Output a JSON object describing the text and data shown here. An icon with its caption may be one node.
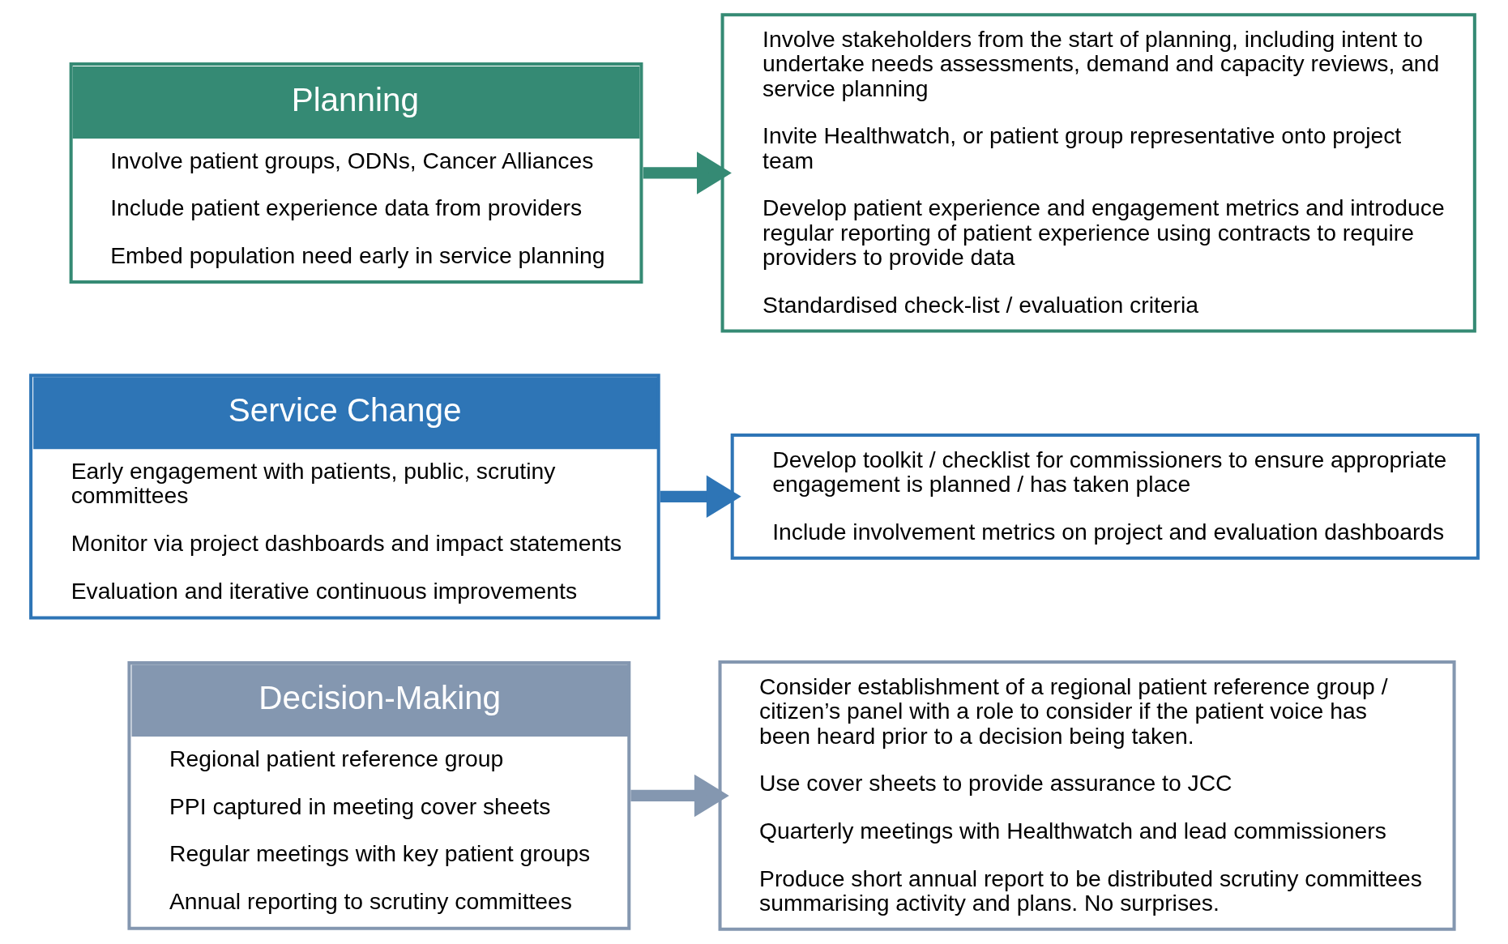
{
  "diagram": {
    "nodes": [
      {
        "text": [
          "Planning",
          "Involve patient groups, ODNs, Cancer Alliances",
          "Include patient experience data from providers",
          "Embed population need early in service planning"
        ]
      },
      {
        "text": [
          "Involve stakeholders from the start of planning, including intent to undertake needs assessments, demand and capacity reviews, and service planning",
          "Invite Healthwatch, or patient group representative onto project team",
          "Develop patient experience and engagement metrics and introduce regular reporting of patient experience using contracts to require providers to provide data",
          "Standardised check-list / evaluation criteria"
        ]
      },
      {
        "text": [
          "Service Change",
          "Early engagement with patients, public, scrutiny committees",
          "Monitor via project dashboards and impact statements",
          "Evaluation and iterative continuous improvements"
        ]
      },
      {
        "text": [
          "Develop toolkit / checklist for commissioners to ensure appropriate engagement is planned / has taken place",
          "Include involvement metrics on project and evaluation dashboards"
        ]
      },
      {
        "text": [
          "Decision-Making",
          "Regional patient reference group",
          "PPI captured in meeting cover sheets",
          "Regular meetings with key patient groups",
          "Annual reporting to scrutiny committees"
        ]
      },
      {
        "text": [
          "Consider establishment of a regional patient reference group / citizen’s panel with a role to consider if the patient voice has been heard prior to a decision being taken.",
          "Use cover sheets to provide assurance to JCC",
          "Quarterly meetings with Healthwatch and lead commissioners",
          "Produce short annual report to be distributed scrutiny committees summarising activity and plans. No surprises."
        ]
      }
    ],
    "edges": [
      {
        "from": 0,
        "to": 1,
        "arrow": "to",
        "color": "#358a74"
      },
      {
        "from": 2,
        "to": 3,
        "arrow": "to",
        "color": "#2e75b6"
      },
      {
        "from": 4,
        "to": 5,
        "arrow": "to",
        "color": "#8497b0"
      }
    ]
  }
}
